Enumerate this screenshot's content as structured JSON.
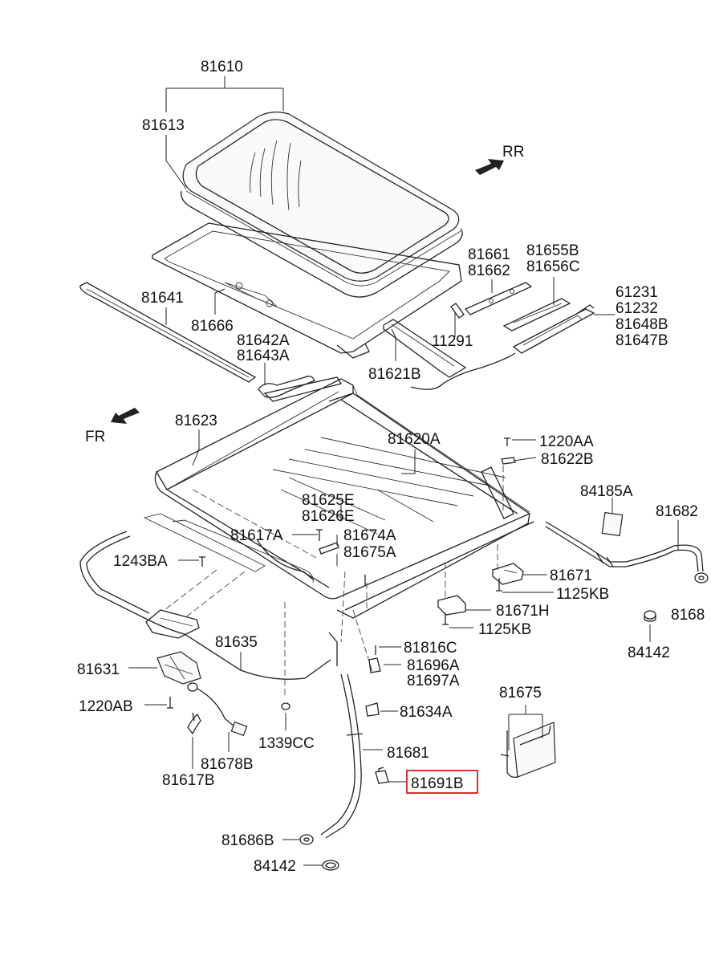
{
  "labels": {
    "l81610": "81610",
    "l81613": "81613",
    "l81641": "81641",
    "l81666": "81666",
    "l81642A": "81642A",
    "l81643A": "81643A",
    "l81621B": "81621B",
    "l11291": "11291",
    "l81661": "81661",
    "l81662": "81662",
    "l81655B": "81655B",
    "l81656C": "81656C",
    "l61231": "61231",
    "l61232": "61232",
    "l81648B": "81648B",
    "l81647B": "81647B",
    "lRR": "RR",
    "lFR": "FR",
    "l81623": "81623",
    "l81620A": "81620A",
    "l1220AA": "1220AA",
    "l81622B": "81622B",
    "l84185A": "84185A",
    "l81682": "81682",
    "l81625E": "81625E",
    "l81626E": "81626E",
    "l81617A": "81617A",
    "l81674A": "81674A",
    "l81675A": "81675A",
    "l1243BA": "1243BA",
    "l81671": "81671",
    "l1125KB_a": "1125KB",
    "l81671H": "81671H",
    "l1125KB_b": "1125KB",
    "l81680": "8168",
    "l84142_a": "84142",
    "l81635": "81635",
    "l81631": "81631",
    "l81816C": "81816C",
    "l81696A": "81696A",
    "l81697A": "81697A",
    "l1220AB": "1220AB",
    "l81634A": "81634A",
    "l81675": "81675",
    "l1339CC": "1339CC",
    "l81681": "81681",
    "l81678B": "81678B",
    "l81617B": "81617B",
    "l81691B": "81691B",
    "l81686B": "81686B",
    "l84142_b": "84142"
  },
  "highlight": {
    "part": "81691B",
    "color": "#e03030"
  },
  "colors": {
    "line": "#222222",
    "background": "#ffffff"
  }
}
